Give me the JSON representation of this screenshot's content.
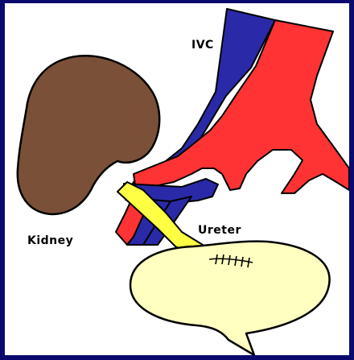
{
  "labels": {
    "ivc": "IVC",
    "kidney": "Kidney",
    "ureter": "Ureter"
  },
  "colors": {
    "background": "#0a0a6e",
    "panel": "#ffffff",
    "artery": "#ff3333",
    "vein": "#2a2aa8",
    "kidney": "#7a5038",
    "ureter": "#ffff44",
    "bladder": "#ffffc0",
    "outline": "#000000"
  }
}
